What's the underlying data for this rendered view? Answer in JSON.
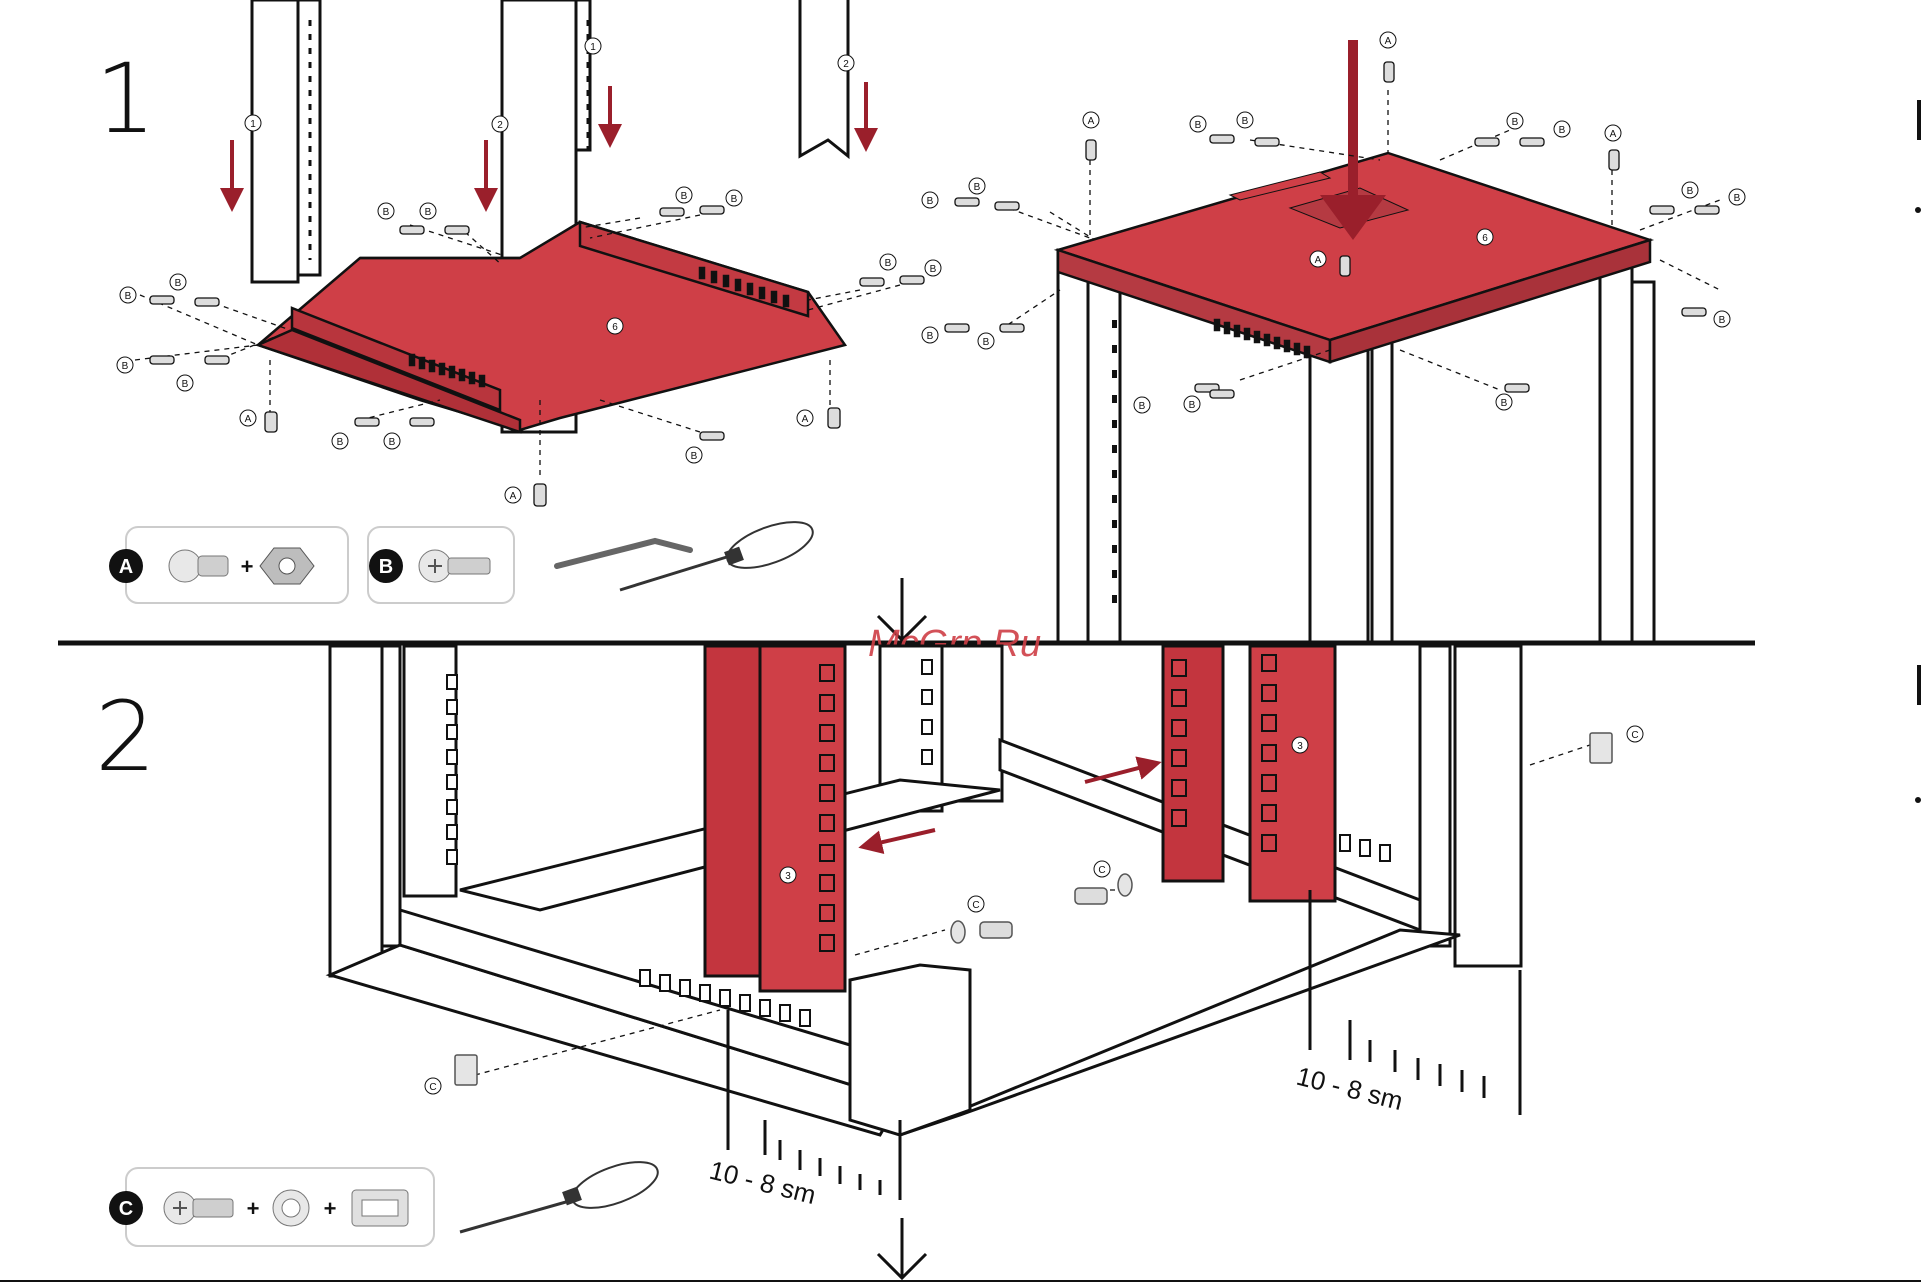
{
  "steps": [
    {
      "number": "1"
    },
    {
      "number": "2"
    }
  ],
  "watermark": "McGrp.Ru",
  "hardware": {
    "a": {
      "letter": "A",
      "plus": "+"
    },
    "b": {
      "letter": "B"
    },
    "c": {
      "letter": "C",
      "plus1": "+",
      "plus2": "+"
    }
  },
  "callouts": {
    "a": "A",
    "b": "B",
    "c": "C",
    "part1": "1",
    "part2": "2",
    "part3": "3",
    "part6": "6"
  },
  "measurements": {
    "left": "10 - 8 sm",
    "right": "10 - 8 sm"
  },
  "colors": {
    "accent_red": "#cf3f47",
    "arrow_red": "#9a1f2b",
    "line": "#111111"
  },
  "icons": [
    "hex-socket-bolt-icon",
    "cage-nut-icon",
    "phillips-screw-icon",
    "allen-key-icon",
    "screwdriver-icon",
    "washer-icon",
    "cage-clip-icon"
  ]
}
